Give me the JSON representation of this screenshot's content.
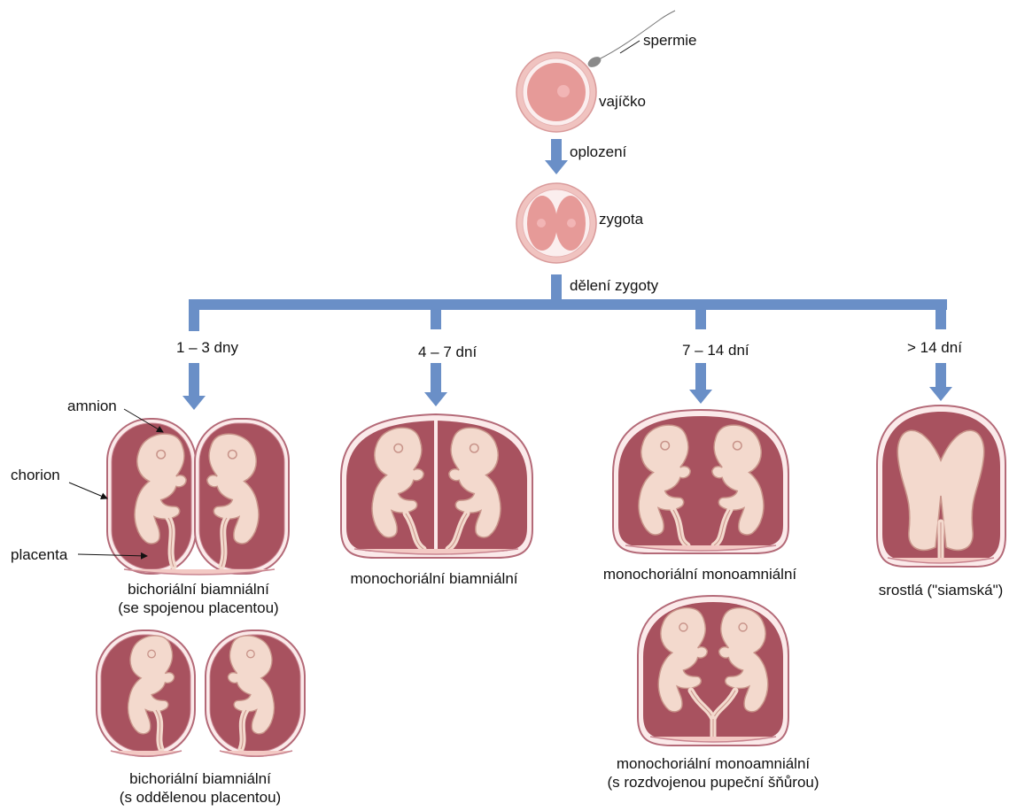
{
  "colors": {
    "arrow": "#6a8fc7",
    "sac_outer": "#b46a78",
    "sac_inner": "#c98590",
    "sac_fill": "#a8525f",
    "fetus": "#f3d9cd",
    "fetus_stroke": "#c8948a",
    "egg_outer": "#f0c3c0",
    "egg_inner": "#e69a98"
  },
  "top": {
    "sperm": "spermie",
    "egg": "vajíčko",
    "fertilization": "oplození",
    "zygote": "zygota",
    "division": "dělení zygoty"
  },
  "branches": [
    {
      "time": "1 – 3 dny"
    },
    {
      "time": "4 – 7 dní"
    },
    {
      "time": "7 – 14 dní"
    },
    {
      "time": "> 14 dní"
    }
  ],
  "annotations": {
    "amnion": "amnion",
    "chorion": "chorion",
    "placenta": "placenta"
  },
  "captions": {
    "dcda_fused_1": "bichoriální biamniální",
    "dcda_fused_2": "(se spojenou placentou)",
    "dcda_separate_1": "bichoriální biamniální",
    "dcda_separate_2": "(s oddělenou placentou)",
    "mcda": "monochoriální biamniální",
    "mcma": "monochoriální monoamniální",
    "mcma_split_1": "monochoriální monoamniální",
    "mcma_split_2": "(s rozdvojenou pupeční šňůrou)",
    "conjoined": "srostlá (\"siamská\")"
  }
}
